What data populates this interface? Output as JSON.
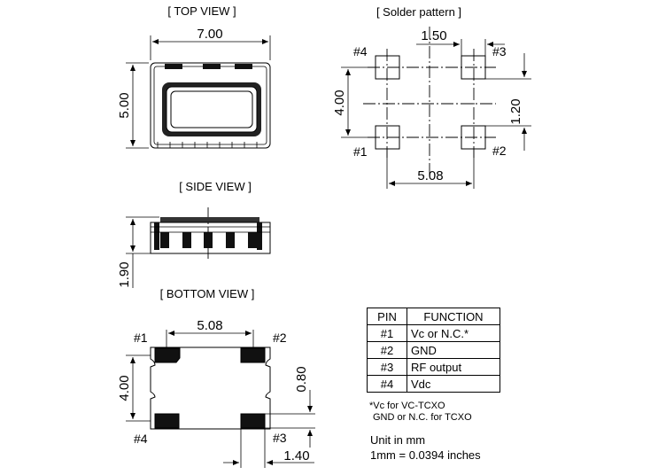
{
  "views": {
    "top": {
      "title": "[ TOP  VIEW ]",
      "width_dim": "7.00",
      "height_dim": "5.00"
    },
    "solder": {
      "title": "[ Solder pattern ]",
      "pitch_x_top": "1.50",
      "height_dim": "4.00",
      "pad_dim": "1.20",
      "pitch_x_bottom": "5.08",
      "pin_labels": {
        "p1": "#1",
        "p2": "#2",
        "p3": "#3",
        "p4": "#4"
      }
    },
    "side": {
      "title": "[ SIDE  VIEW ]",
      "height_dim": "1.90"
    },
    "bottom": {
      "title": "[ BOTTOM  VIEW ]",
      "pitch_dim": "5.08",
      "height_dim": "4.00",
      "pad_height_dim": "0.80",
      "pad_width_dim": "1.40",
      "pin_labels": {
        "p1": "#1",
        "p2": "#2",
        "p3": "#3",
        "p4": "#4"
      }
    }
  },
  "pin_table": {
    "headers": {
      "pin": "PIN",
      "function": "FUNCTION"
    },
    "rows": [
      {
        "pin": "#1",
        "function": "Vc or N.C.*"
      },
      {
        "pin": "#2",
        "function": "GND"
      },
      {
        "pin": "#3",
        "function": "RF output"
      },
      {
        "pin": "#4",
        "function": "Vdc"
      }
    ]
  },
  "notes": {
    "line1": "*Vc for VC-TCXO",
    "line2": "GND or N.C. for TCXO"
  },
  "units": {
    "line1": "Unit in mm",
    "line2": "1mm = 0.0394 inches"
  }
}
